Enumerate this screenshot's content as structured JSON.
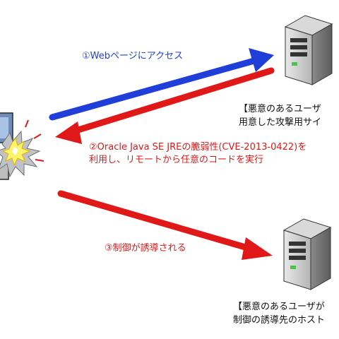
{
  "steps": {
    "step1": "①Webページにアクセス",
    "step2_line1": "②Oracle Java SE JREの脆弱性(CVE-2013-0422)を",
    "step2_line2": "利用し、リモートから任意のコードを実行",
    "step3": "③制御が誘導される"
  },
  "servers": {
    "attack_site": {
      "line1": "【悪意のあるユーザ",
      "line2": "用意した攻撃用サイ"
    },
    "control_host": {
      "line1": "【悪意のあるユーザが",
      "line2": "制御の誘導先のホスト"
    }
  },
  "colors": {
    "blue_arrow": "#1f3fd8",
    "red_arrow": "#e01818",
    "label_blue": "#1f3fd8",
    "label_red": "#e01818"
  },
  "icons": [
    "server-icon",
    "victim-pc-icon",
    "explosion-icon"
  ]
}
